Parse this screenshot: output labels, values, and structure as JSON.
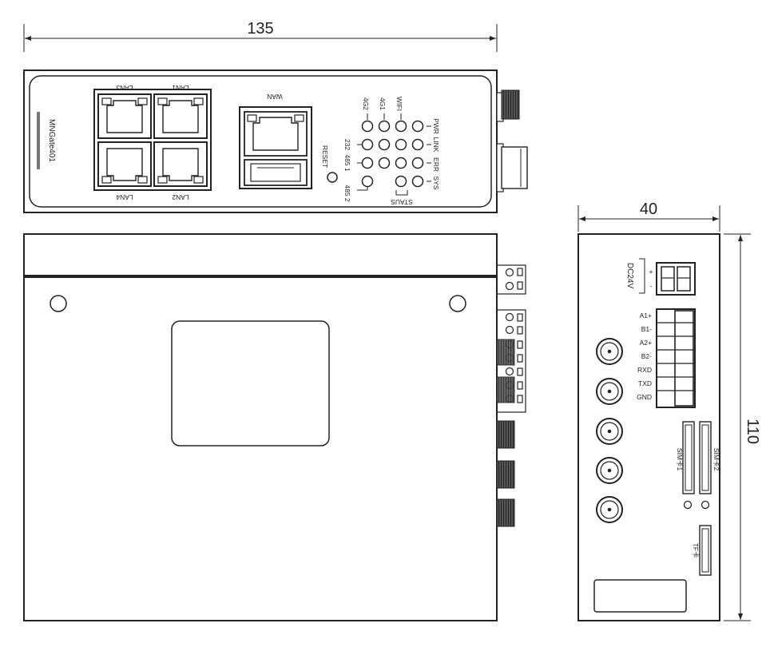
{
  "dimensions": {
    "width_top": "135",
    "width_side": "40",
    "height_side": "110"
  },
  "front_panel": {
    "model": "MNGate401",
    "lan_ports": [
      "LAN3",
      "LAN1",
      "LAN4",
      "LAN2"
    ],
    "wan_label": "WAN",
    "reset_label": "RESET",
    "serial_labels": [
      "232",
      "485 1",
      "485 2"
    ],
    "antenna_labels": [
      "4G2",
      "4G1",
      "WIFI"
    ],
    "status_labels": [
      "PWR",
      "LINK",
      "ERR",
      "SYS"
    ],
    "status_group_label": "STAUS"
  },
  "side_panel": {
    "power_label": "DC24V",
    "power_pins": [
      "+",
      "-"
    ],
    "terminal_labels": [
      "A1+",
      "B1-",
      "A2+",
      "B2-",
      "RXD",
      "TXD",
      "GND"
    ],
    "sim1_label": "SIM卡1",
    "sim2_label": "SIM卡2",
    "tf_label": "TF卡"
  }
}
